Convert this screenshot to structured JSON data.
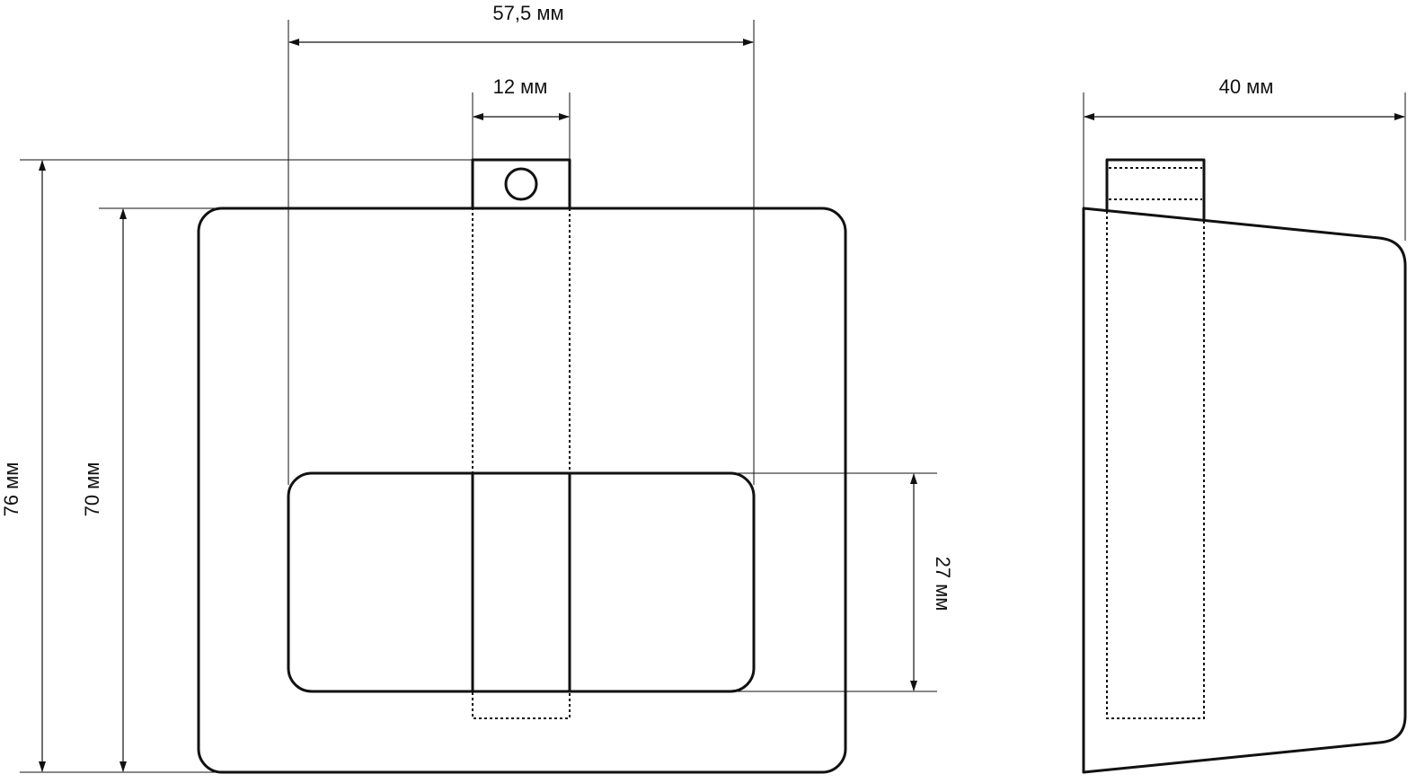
{
  "dimensions": {
    "total_width": "57,5 мм",
    "bracket_width": "12 мм",
    "side_depth": "40 мм",
    "total_height": "76 мм",
    "body_height": "70 мм",
    "button_height": "27 мм"
  }
}
